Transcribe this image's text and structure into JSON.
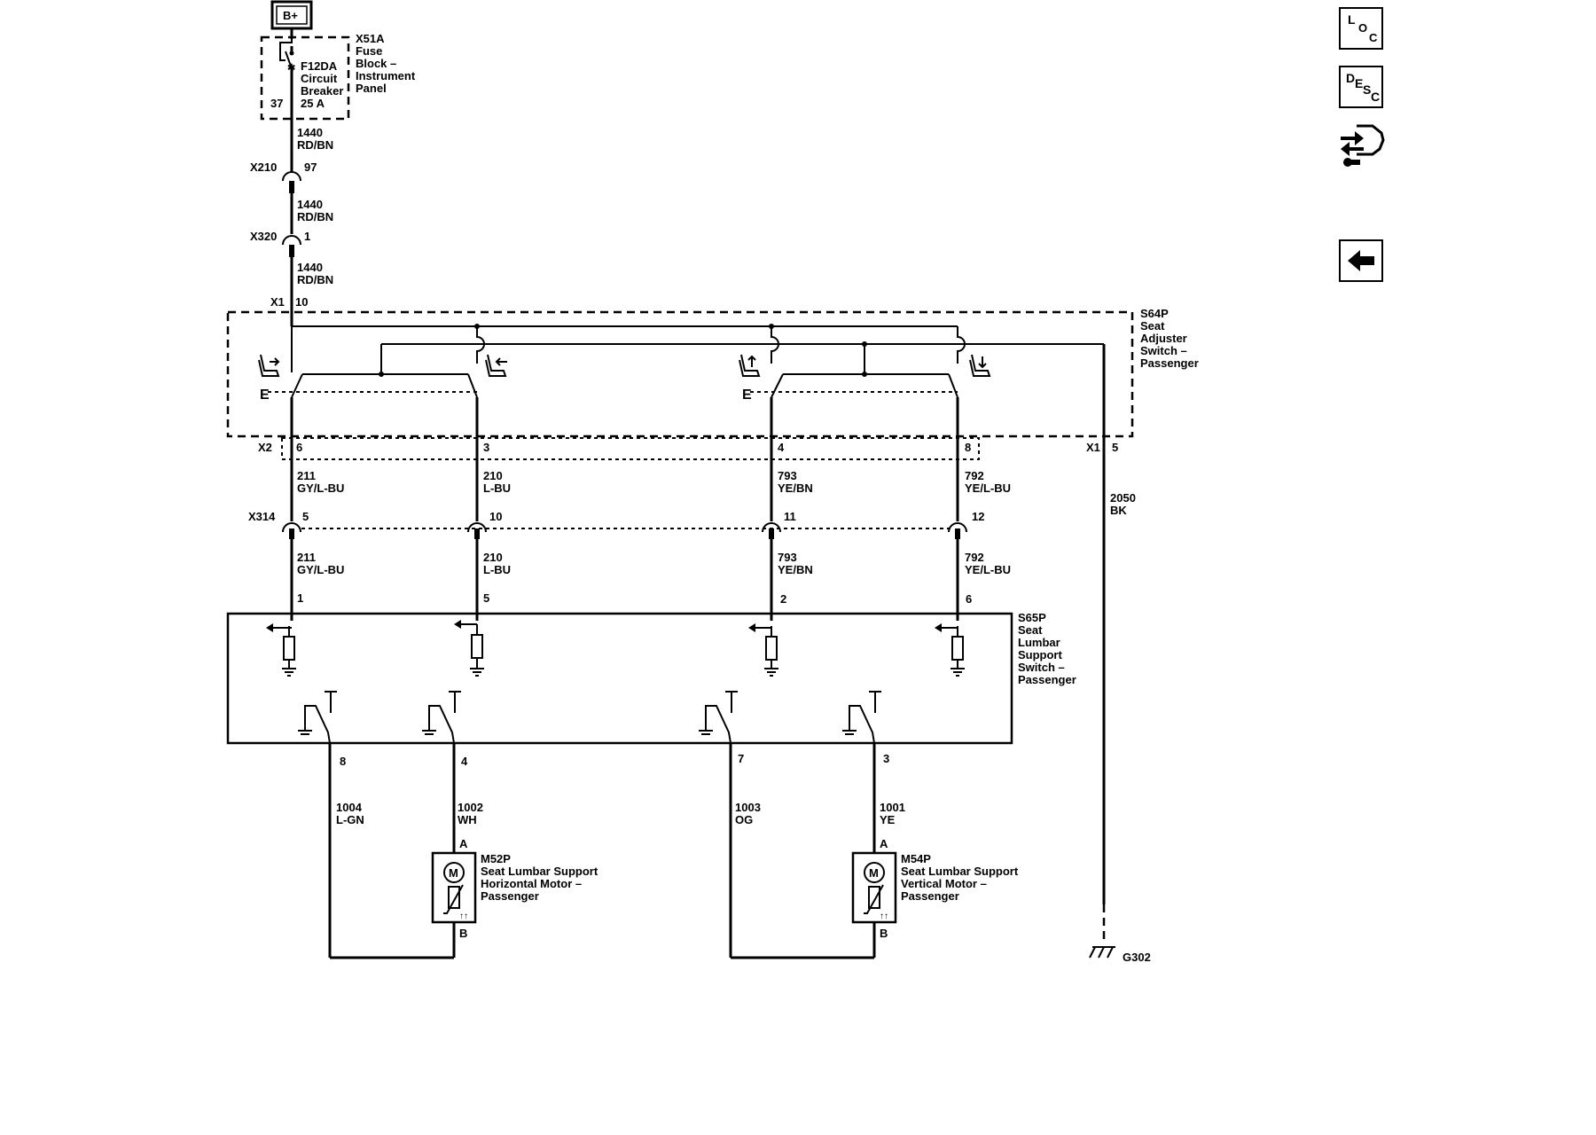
{
  "power": {
    "label": "B+"
  },
  "fuse_block": {
    "name": "X51A",
    "lines": [
      "Fuse",
      "Block –",
      "Instrument",
      "Panel"
    ],
    "pin": "37"
  },
  "breaker": {
    "name": "F12DA",
    "lines": [
      "Circuit",
      "Breaker",
      "25 A"
    ]
  },
  "feed_wire": {
    "circuit": "1440",
    "color": "RD/BN"
  },
  "connectors": {
    "x210": {
      "name": "X210",
      "pin": "97"
    },
    "x320": {
      "name": "X320",
      "pin": "1"
    },
    "x1_feed": {
      "name": "X1",
      "pin": "10"
    },
    "x2": {
      "name": "X2"
    },
    "x1_ground": {
      "name": "X1",
      "pin": "5"
    },
    "x314": {
      "name": "X314"
    }
  },
  "seat_adjuster": {
    "name": "S64P",
    "lines": [
      "Seat",
      "Adjuster",
      "Switch –",
      "Passenger"
    ],
    "e_label": "E"
  },
  "switch_wires": [
    {
      "x2_pin": "6",
      "circuit": "211",
      "color": "GY/L-BU",
      "x314_pin": "5",
      "s65_pin": "1"
    },
    {
      "x2_pin": "3",
      "circuit": "210",
      "color": "L-BU",
      "x314_pin": "10",
      "s65_pin": "5"
    },
    {
      "x2_pin": "4",
      "circuit": "793",
      "color": "YE/BN",
      "x314_pin": "11",
      "s65_pin": "2"
    },
    {
      "x2_pin": "8",
      "circuit": "792",
      "color": "YE/L-BU",
      "x314_pin": "12",
      "s65_pin": "6"
    }
  ],
  "ground_wire": {
    "circuit": "2050",
    "color": "BK",
    "ground": "G302"
  },
  "lumbar_switch": {
    "name": "S65P",
    "lines": [
      "Seat",
      "Lumbar",
      "Support",
      "Switch –",
      "Passenger"
    ]
  },
  "motor_wires": [
    {
      "pin": "8",
      "circuit": "1004",
      "color": "L-GN"
    },
    {
      "pin": "4",
      "circuit": "1002",
      "color": "WH"
    },
    {
      "pin": "7",
      "circuit": "1003",
      "color": "OG"
    },
    {
      "pin": "3",
      "circuit": "1001",
      "color": "YE"
    }
  ],
  "motors": [
    {
      "name": "M52P",
      "lines": [
        "Seat Lumbar Support",
        "Horizontal Motor –",
        "Passenger"
      ],
      "pin_a": "A",
      "pin_b": "B",
      "symbol": "M"
    },
    {
      "name": "M54P",
      "lines": [
        "Seat Lumbar Support",
        "Vertical Motor –",
        "Passenger"
      ],
      "pin_a": "A",
      "pin_b": "B",
      "symbol": "M"
    }
  ],
  "sidebar": {
    "loc": [
      "L",
      "O",
      "C"
    ],
    "desc": [
      "D",
      "E",
      "S",
      "C"
    ]
  },
  "icons": [
    "connector-view-icon",
    "back-arrow-icon",
    "seat-icon",
    "ground-icon"
  ]
}
